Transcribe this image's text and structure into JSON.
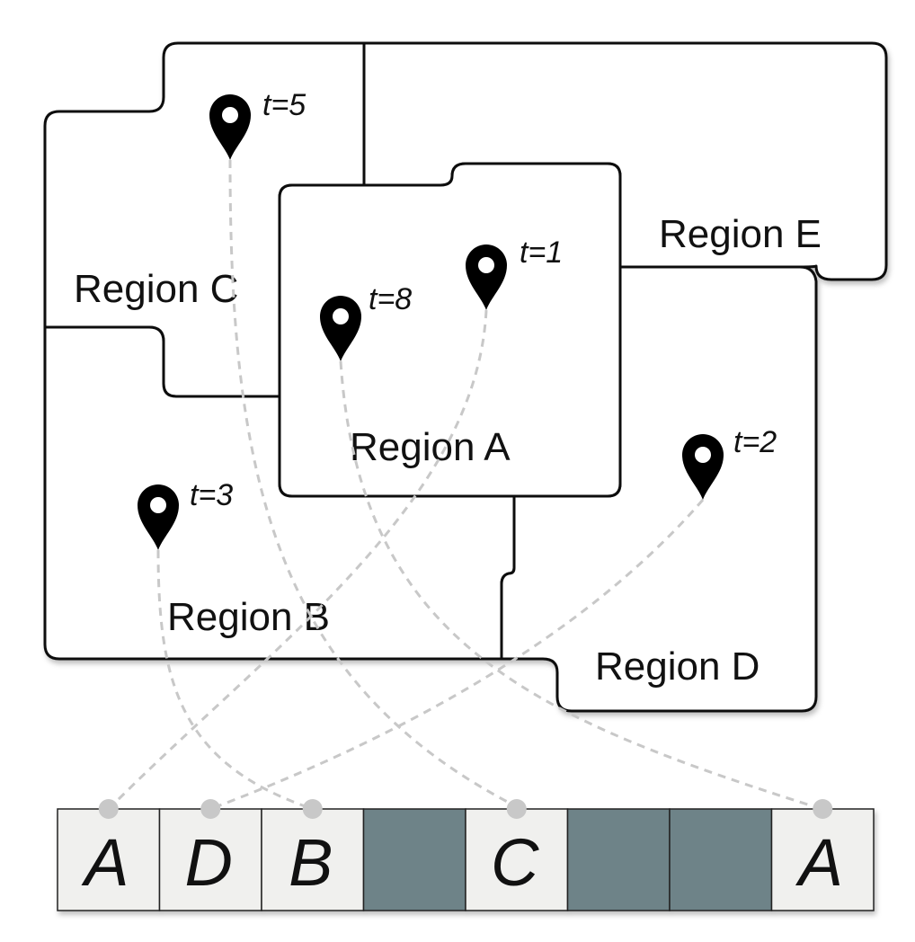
{
  "regions": [
    {
      "id": "A",
      "label": "Region A"
    },
    {
      "id": "B",
      "label": "Region B"
    },
    {
      "id": "C",
      "label": "Region C"
    },
    {
      "id": "D",
      "label": "Region D"
    },
    {
      "id": "E",
      "label": "Region E"
    }
  ],
  "visits": [
    {
      "time": "t=1",
      "region": "A"
    },
    {
      "time": "t=2",
      "region": "D"
    },
    {
      "time": "t=3",
      "region": "B"
    },
    {
      "time": "t=5",
      "region": "C"
    },
    {
      "time": "t=8",
      "region": "A"
    }
  ],
  "sequence": [
    {
      "slot": 1,
      "letter": "A",
      "filled": true
    },
    {
      "slot": 2,
      "letter": "D",
      "filled": true
    },
    {
      "slot": 3,
      "letter": "B",
      "filled": true
    },
    {
      "slot": 4,
      "letter": "",
      "filled": false
    },
    {
      "slot": 5,
      "letter": "C",
      "filled": true
    },
    {
      "slot": 6,
      "letter": "",
      "filled": false
    },
    {
      "slot": 7,
      "letter": "",
      "filled": false
    },
    {
      "slot": 8,
      "letter": "A",
      "filled": true
    }
  ],
  "colors": {
    "outline": "#111111",
    "pin": "#000000",
    "link": "#c8c8c8",
    "cell_filled": "#f0f0ee",
    "cell_empty": "#6e8388",
    "anchor_dot": "#c8c8c8"
  }
}
